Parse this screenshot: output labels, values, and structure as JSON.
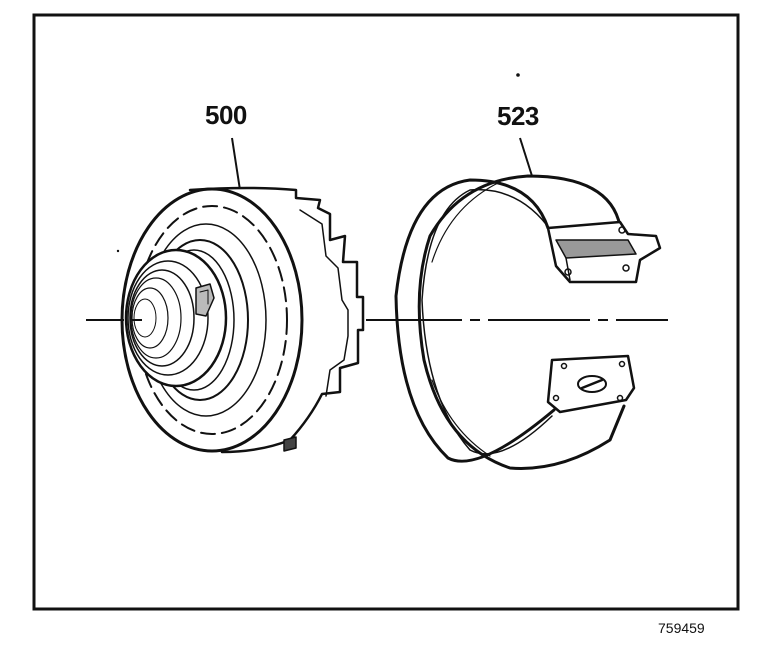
{
  "callouts": {
    "drum_part_number": "500",
    "band_part_number": "523"
  },
  "figure_id": "759459",
  "colors": {
    "ink": "#111111",
    "background": "#ffffff"
  },
  "icons": [
    "clutch-drum-assembly",
    "brake-band",
    "center-axis-line"
  ]
}
